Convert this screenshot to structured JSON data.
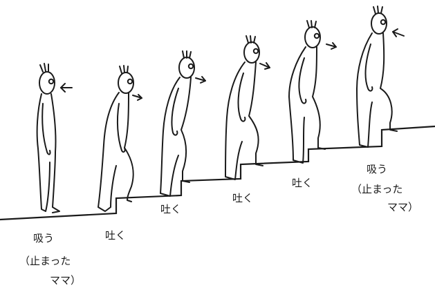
{
  "labels": {
    "step1": {
      "line1": "吸う",
      "line2": "（止まった",
      "line3": "ママ）"
    },
    "step2": {
      "line1": "吐く"
    },
    "step3": {
      "line1": "吐く"
    },
    "step4": {
      "line1": "吐く"
    },
    "step5": {
      "line1": "吐く"
    },
    "step6": {
      "line1": "吸う",
      "line2": "（止まった",
      "line3": "ママ）"
    }
  },
  "figures": [
    {
      "name": "figure-1",
      "action": "inhale",
      "arrow": "inhale-arrow-icon"
    },
    {
      "name": "figure-2",
      "action": "exhale",
      "arrow": "exhale-arrow-icon"
    },
    {
      "name": "figure-3",
      "action": "exhale",
      "arrow": "exhale-arrow-icon"
    },
    {
      "name": "figure-4",
      "action": "exhale",
      "arrow": "exhale-arrow-icon"
    },
    {
      "name": "figure-5",
      "action": "exhale",
      "arrow": "exhale-arrow-icon"
    },
    {
      "name": "figure-6",
      "action": "inhale",
      "arrow": "inhale-arrow-icon"
    }
  ]
}
